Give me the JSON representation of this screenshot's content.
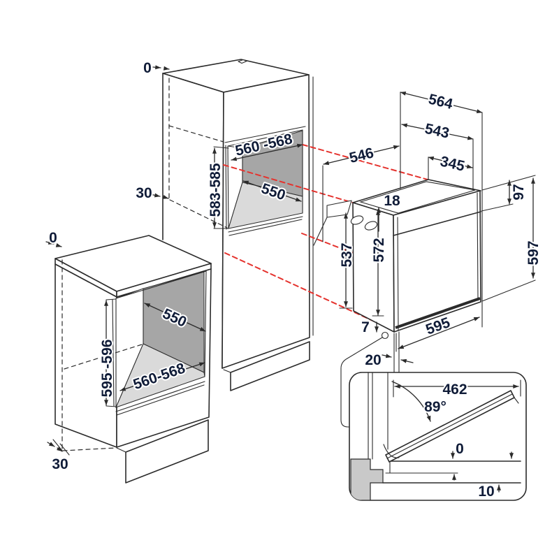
{
  "title": "Built-in oven installation dimensions diagram",
  "labels": {
    "tall": {
      "zero": "0",
      "thirty": "30",
      "width": "560 -568",
      "height": "583-585",
      "depth": "550"
    },
    "base": {
      "zero": "0",
      "thirty": "30",
      "depth": "550",
      "height": "595 -596",
      "width": "560-568"
    },
    "oven": {
      "w_overall": "564",
      "w_body": "543",
      "depth": "546",
      "d_top": "345",
      "flange": "18",
      "panel_h": "97",
      "h_body": "537",
      "h_front": "572",
      "h_overall": "597",
      "door_offset": "7",
      "w_front": "595",
      "gap": "20"
    },
    "inset": {
      "door_depth": "462",
      "angle": "89°",
      "gap_zero": "0",
      "gap_floor": "10"
    }
  },
  "colors": {
    "line": "#2b2b2b",
    "label": "#101c38",
    "red_projection": "#e5332e",
    "niche_back": "#a6a6a6",
    "niche_floor": "#dadada",
    "section_gray": "#c9c9c9"
  }
}
